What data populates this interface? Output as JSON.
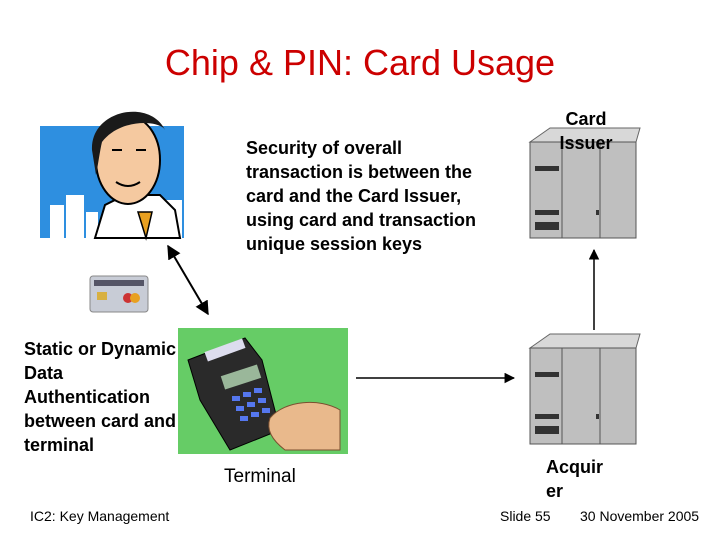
{
  "title": "Chip & PIN: Card Usage",
  "security_text": "Security of overall transaction is between the card and the Card Issuer, using card and transaction unique session keys",
  "static_text": "Static or Dynamic Data Authentication between card and terminal",
  "terminal_label": "Terminal",
  "issuer_label": "Card Issuer",
  "acquirer_label": "Acquir er",
  "footer": {
    "left": "IC2: Key Management",
    "slide": "Slide 55",
    "date": "30 November 2005"
  },
  "colors": {
    "title": "#cc0000",
    "terminal_bg": "#66cc66",
    "sky": "#2e8fe0"
  }
}
